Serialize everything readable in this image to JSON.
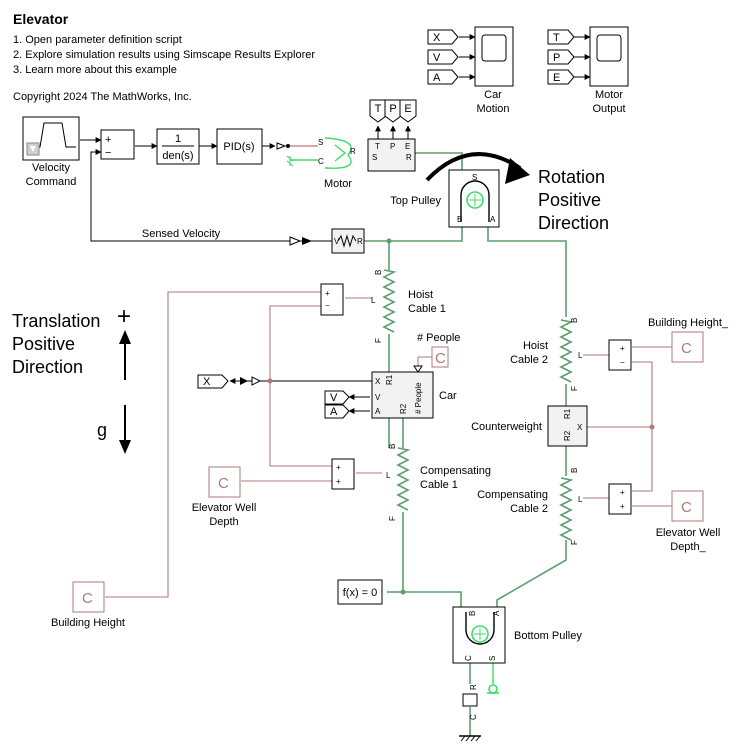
{
  "header": {
    "title": "Elevator",
    "links": [
      "1. Open parameter definition script",
      "2. Explore simulation results using Simscape Results Explorer",
      "3. Learn more about this example"
    ],
    "copyright": "Copyright 2024 The MathWorks, Inc."
  },
  "blocks": {
    "velocity_command": "Velocity\nCommand",
    "sum1_plus": "+",
    "sum1_minus": "−",
    "tf_num": "1",
    "tf_den": "den(s)",
    "pid": "PID(s)",
    "motor": "Motor",
    "motor_ports": {
      "s": "S",
      "c": "C",
      "r": "R"
    },
    "top_pulley": "Top Pulley",
    "rotation_dir": "Rotation\nPositive\nDirection",
    "sensed_velocity": "Sensed Velocity",
    "translation_dir": "Translation\nPositive\nDirection",
    "plus_sign": "+",
    "g": "g",
    "hoist1": "Hoist\nCable 1",
    "people_label": "# People",
    "car": "Car",
    "car_ports": {
      "x": "X",
      "v": "V",
      "a": "A",
      "r1": "R1",
      "r2": "R2",
      "people": "# People"
    },
    "compensating1": "Compensating\nCable 1",
    "elevator_well_depth": "Elevator Well\nDepth",
    "building_height": "Building Height",
    "f0": "f(x) = 0",
    "bottom_pulley": "Bottom Pulley",
    "hoist2": "Hoist\nCable 2",
    "building_height_": "Building Height_",
    "counterweight": "Counterweight",
    "cw_ports": {
      "r1": "R1",
      "r2": "R2",
      "x": "X"
    },
    "compensating2": "Compensating\nCable 2",
    "elevator_well_depth_": "Elevator Well\nDepth_",
    "car_motion": "Car\nMotion",
    "motor_output": "Motor\nOutput",
    "goto_tags": {
      "x": "X",
      "v": "V",
      "a": "A",
      "t": "T",
      "p": "P",
      "e": "E"
    },
    "cable_ports": {
      "b": "B",
      "f": "F",
      "l": "L"
    },
    "pulley_ports": {
      "b": "B",
      "a": "A",
      "s": "S",
      "c": "C",
      "r": "R"
    },
    "const_c": "C",
    "sensor_ports": {
      "v": "V",
      "r": "R"
    },
    "cmp_sens_ports": {
      "s": "S",
      "t": "T",
      "p": "P",
      "e": "E",
      "r": "R"
    }
  },
  "colors": {
    "physical": "#5c9e6e",
    "physical_light": "#3ddc6a",
    "constant": "#b07a7a",
    "signal": "#000000"
  }
}
